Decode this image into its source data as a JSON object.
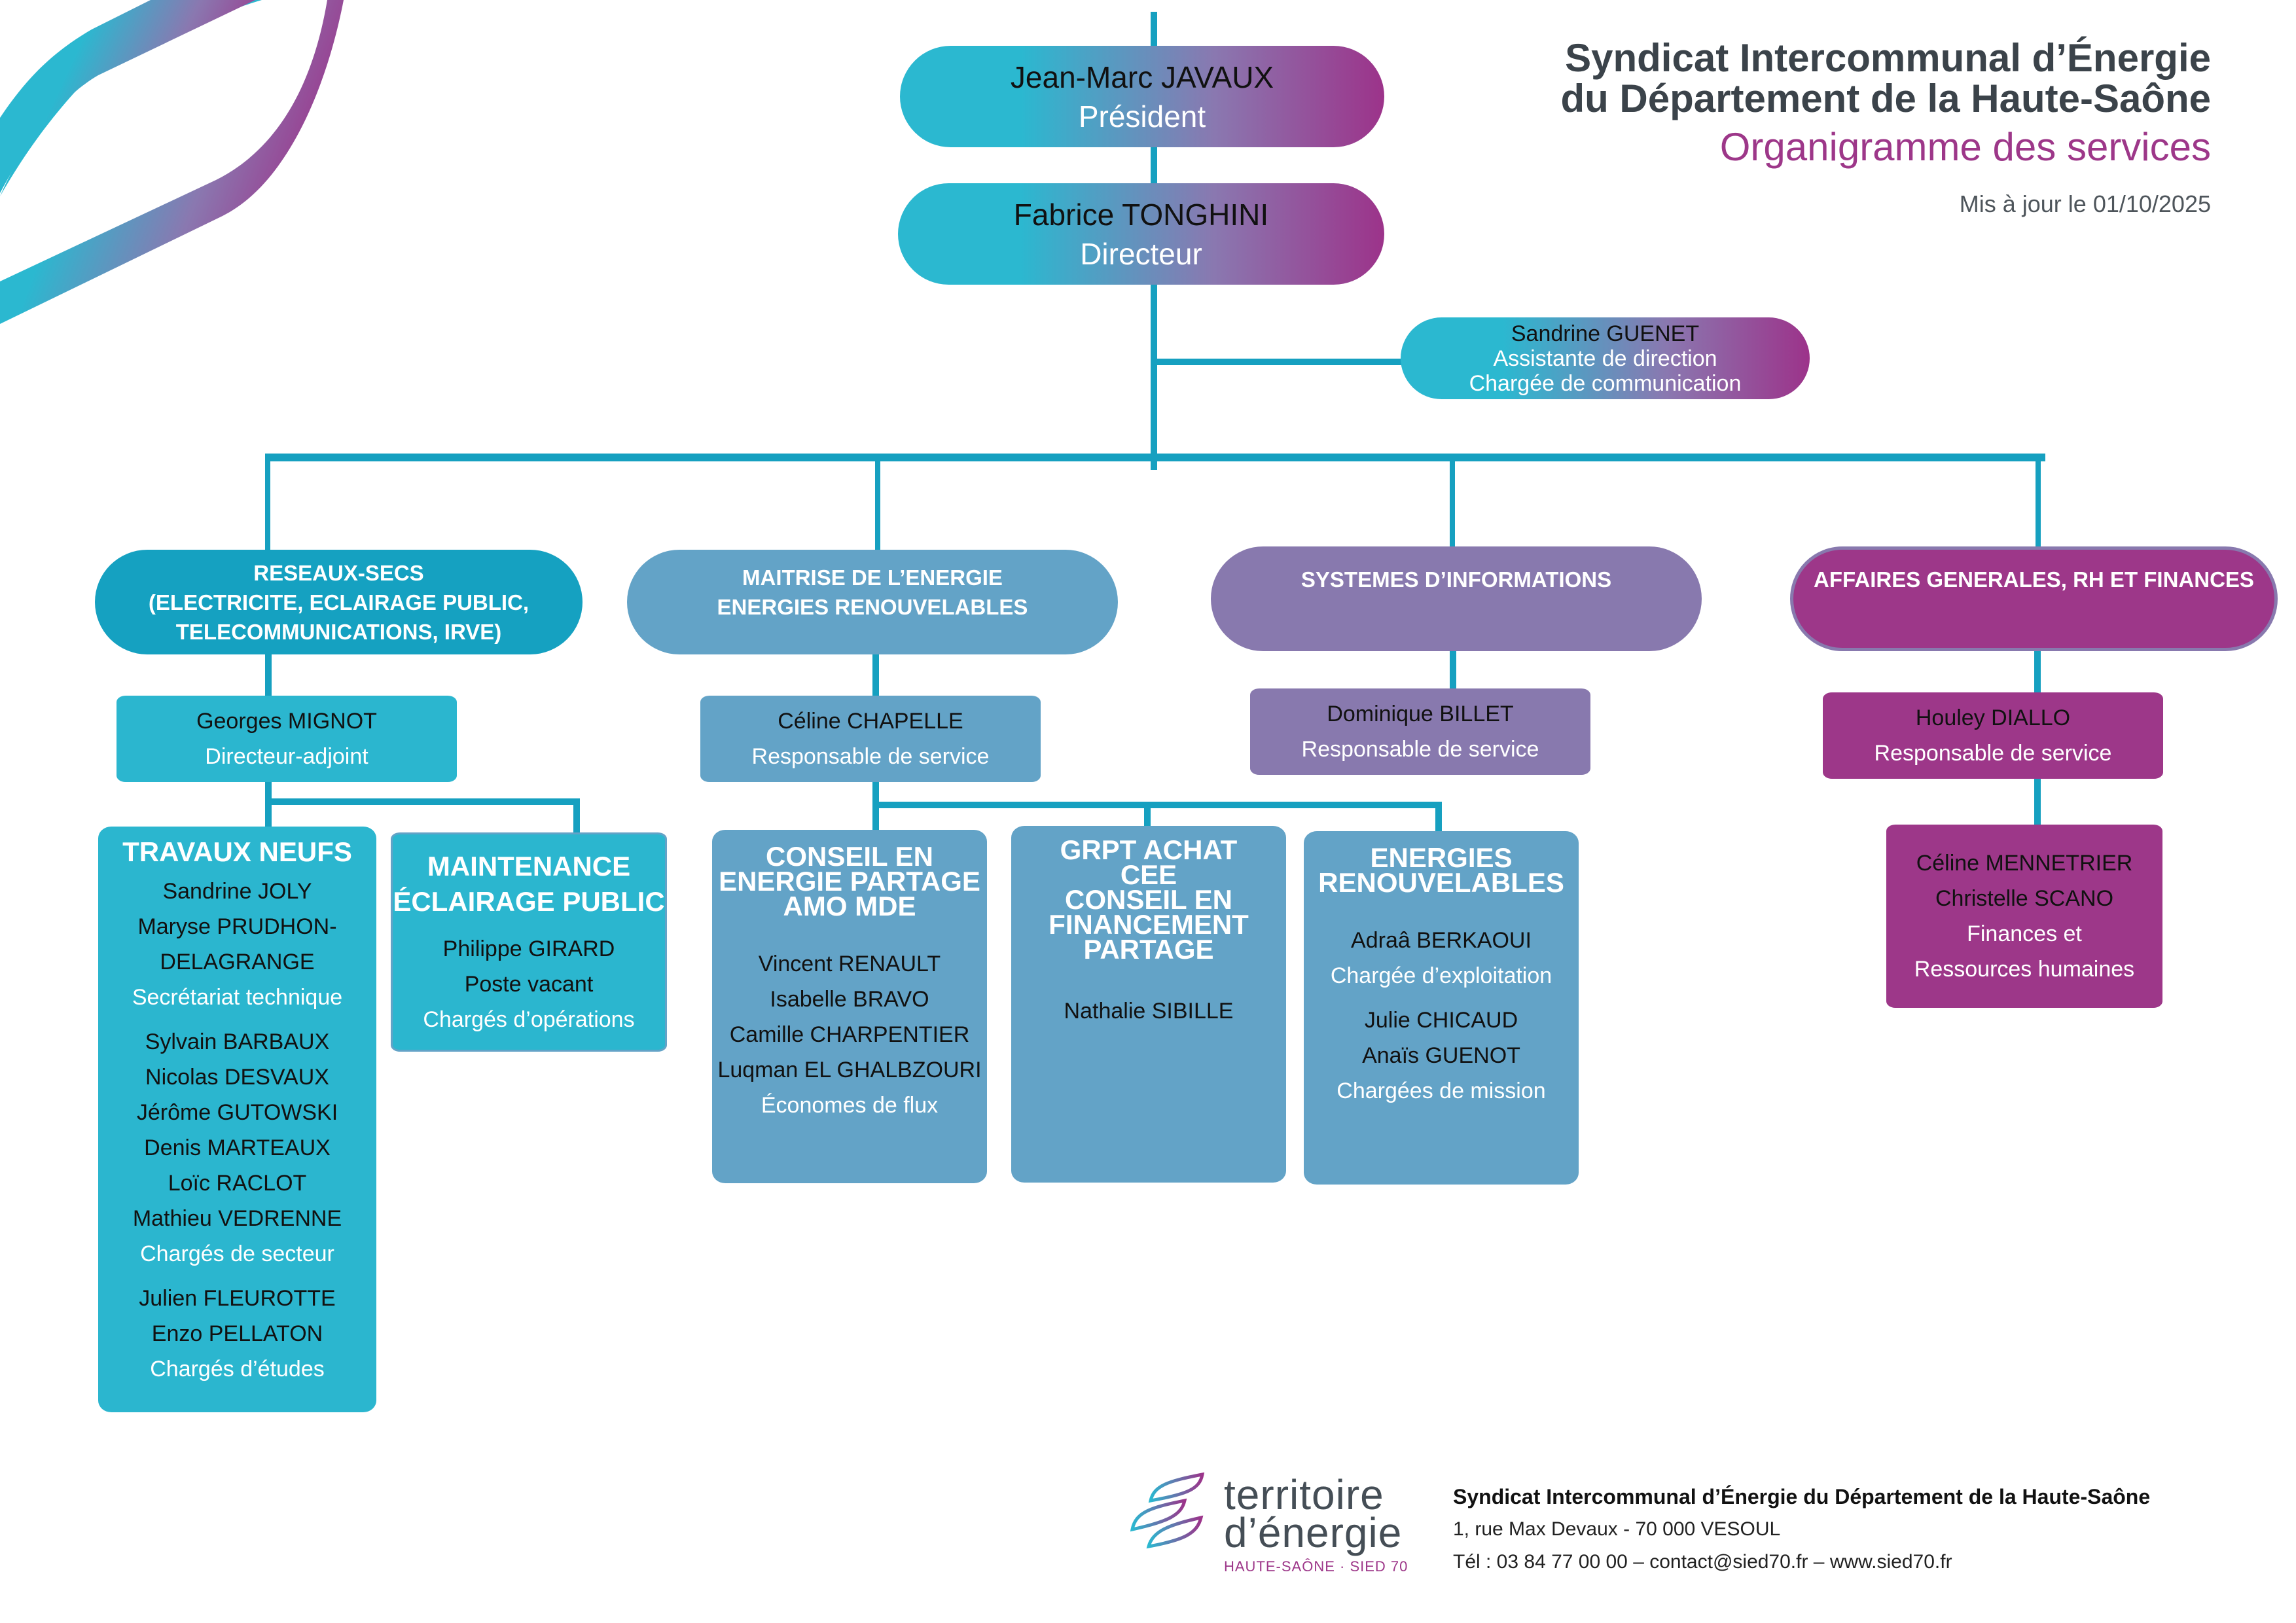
{
  "header": {
    "org_line1": "Syndicat  Intercommunal  d’Énergie",
    "org_line2": "du Département de la Haute-Saône",
    "subtitle": "Organigramme des services",
    "updated": "Mis à jour le 01/10/2025"
  },
  "leadership": {
    "president": {
      "name": "Jean-Marc JAVAUX",
      "role": "Président"
    },
    "director": {
      "name": "Fabrice TONGHINI",
      "role": "Directeur"
    },
    "assistant": {
      "name": "Sandrine GUENET",
      "role1": "Assistante de direction",
      "role2": "Chargée de communication"
    }
  },
  "departments": [
    {
      "title_lines": [
        "RESEAUX-SECS",
        "(ELECTRICITE, ECLAIRAGE PUBLIC,",
        "TELECOMMUNICATIONS, IRVE)"
      ],
      "head": {
        "name": "Georges MIGNOT",
        "role": "Directeur-adjoint"
      },
      "teams": [
        {
          "title_lines": [
            "TRAVAUX NEUFS"
          ],
          "groups": [
            {
              "names": [
                "Sandrine JOLY",
                "Maryse  PRUDHON-",
                "DELAGRANGE"
              ],
              "role": "Secrétariat technique"
            },
            {
              "names": [
                "Sylvain BARBAUX",
                "Nicolas DESVAUX",
                "Jérôme GUTOWSKI",
                "Denis MARTEAUX",
                "Loïc RACLOT",
                "Mathieu VEDRENNE"
              ],
              "role": "Chargés de secteur"
            },
            {
              "names": [
                "Julien FLEUROTTE",
                "Enzo PELLATON"
              ],
              "role": "Chargés d’études"
            }
          ]
        },
        {
          "title_lines": [
            "MAINTENANCE",
            "ÉCLAIRAGE PUBLIC"
          ],
          "groups": [
            {
              "names": [
                "Philippe GIRARD",
                "Poste vacant"
              ],
              "role": "Chargés d’opérations"
            }
          ]
        }
      ]
    },
    {
      "title_lines": [
        "MAITRISE DE L’ENERGIE",
        "ENERGIES RENOUVELABLES"
      ],
      "head": {
        "name": "Céline CHAPELLE",
        "role": "Responsable de service"
      },
      "teams": [
        {
          "title_lines": [
            "CONSEIL EN",
            "ENERGIE PARTAGE",
            "AMO MDE"
          ],
          "groups": [
            {
              "names": [
                "Vincent RENAULT",
                "Isabelle BRAVO",
                "Camille CHARPENTIER",
                "Luqman EL GHALBZOURI"
              ],
              "role": "Économes de flux"
            }
          ]
        },
        {
          "title_lines": [
            "GRPT ACHAT",
            "CEE",
            "CONSEIL EN",
            "FINANCEMENT",
            "PARTAGE"
          ],
          "groups": [
            {
              "names": [
                "Nathalie SIBILLE"
              ],
              "role": ""
            }
          ]
        },
        {
          "title_lines": [
            "ENERGIES",
            "RENOUVELABLES"
          ],
          "groups": [
            {
              "names": [
                "Adraâ BERKAOUI"
              ],
              "role": "Chargée d’exploitation"
            },
            {
              "names": [
                "Julie CHICAUD",
                "Anaïs GUENOT"
              ],
              "role": "Chargées de mission"
            }
          ]
        }
      ]
    },
    {
      "title_lines": [
        "SYSTEMES D’INFORMATIONS"
      ],
      "head": {
        "name": "Dominique BILLET",
        "role": "Responsable de service"
      },
      "teams": []
    },
    {
      "title_lines": [
        "AFFAIRES GENERALES, RH ET FINANCES"
      ],
      "head": {
        "name": "Houley DIALLO",
        "role": "Responsable de service"
      },
      "teams": [
        {
          "title_lines": [],
          "groups": [
            {
              "names": [
                "Céline MENNETRIER",
                "Christelle SCANO"
              ],
              "role_lines": [
                "Finances et",
                "Ressources humaines"
              ]
            }
          ]
        }
      ]
    }
  ],
  "footer": {
    "logo_line1": "territoire",
    "logo_line2": "d’énergie",
    "logo_tagline": "HAUTE-SAÔNE · SIED 70",
    "org_name": "Syndicat Intercommunal d’Énergie du Département de la Haute-Saône",
    "address": "1, rue Max Devaux - 70 000 VESOUL",
    "contact": "Tél : 03 84 77 00 00 – contact@sied70.fr – www.sied70.fr"
  },
  "colors": {
    "connector": "#16a0c0",
    "cyan": "#2bb6cf",
    "teal": "#15a1c1",
    "steel_blue": "#63a3c7",
    "lavender": "#8879ae",
    "magenta": "#9d3789",
    "title_gray": "#3b434a"
  }
}
